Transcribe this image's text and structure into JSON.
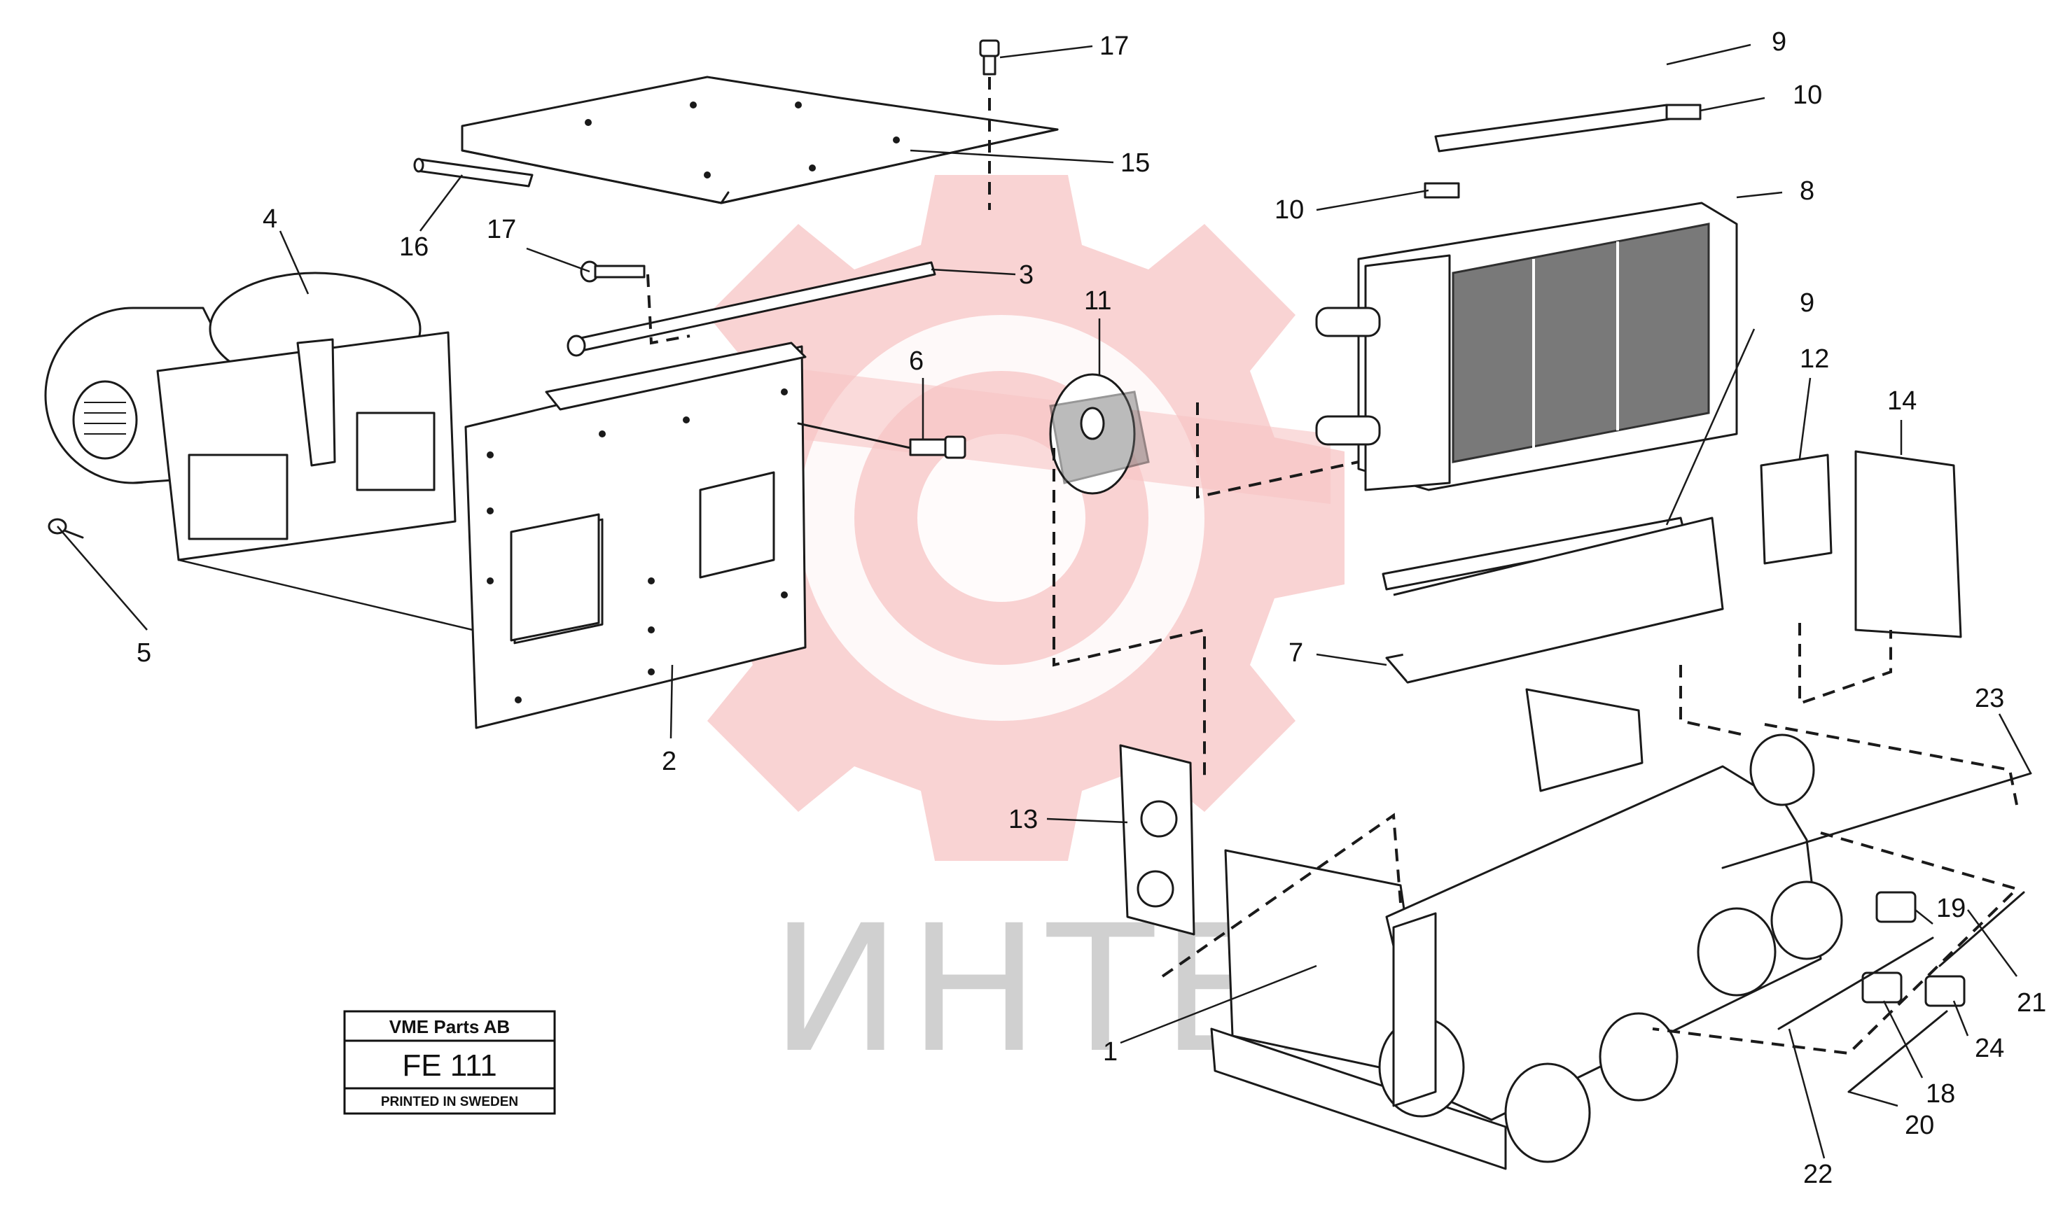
{
  "watermark": {
    "text": "ИНТЕХ",
    "color": "#f7c4c4"
  },
  "plate": {
    "brand": "VME Parts AB",
    "code": "FE 111",
    "printed": "PRINTED IN SWEDEN"
  },
  "callouts": [
    {
      "id": "c17a",
      "label": "17"
    },
    {
      "id": "c15",
      "label": "15"
    },
    {
      "id": "c16",
      "label": "16"
    },
    {
      "id": "c4",
      "label": "4"
    },
    {
      "id": "c17b",
      "label": "17"
    },
    {
      "id": "c3",
      "label": "3"
    },
    {
      "id": "c6",
      "label": "6"
    },
    {
      "id": "c11",
      "label": "11"
    },
    {
      "id": "c5",
      "label": "5"
    },
    {
      "id": "c2",
      "label": "2"
    },
    {
      "id": "c13",
      "label": "13"
    },
    {
      "id": "c9a",
      "label": "9"
    },
    {
      "id": "c10a",
      "label": "10"
    },
    {
      "id": "c8",
      "label": "8"
    },
    {
      "id": "c10b",
      "label": "10"
    },
    {
      "id": "c9b",
      "label": "9"
    },
    {
      "id": "c12",
      "label": "12"
    },
    {
      "id": "c14",
      "label": "14"
    },
    {
      "id": "c7",
      "label": "7"
    },
    {
      "id": "c23",
      "label": "23"
    },
    {
      "id": "c19",
      "label": "19"
    },
    {
      "id": "c21",
      "label": "21"
    },
    {
      "id": "c24",
      "label": "24"
    },
    {
      "id": "c18",
      "label": "18"
    },
    {
      "id": "c20",
      "label": "20"
    },
    {
      "id": "c22",
      "label": "22"
    },
    {
      "id": "c1",
      "label": "1"
    }
  ]
}
